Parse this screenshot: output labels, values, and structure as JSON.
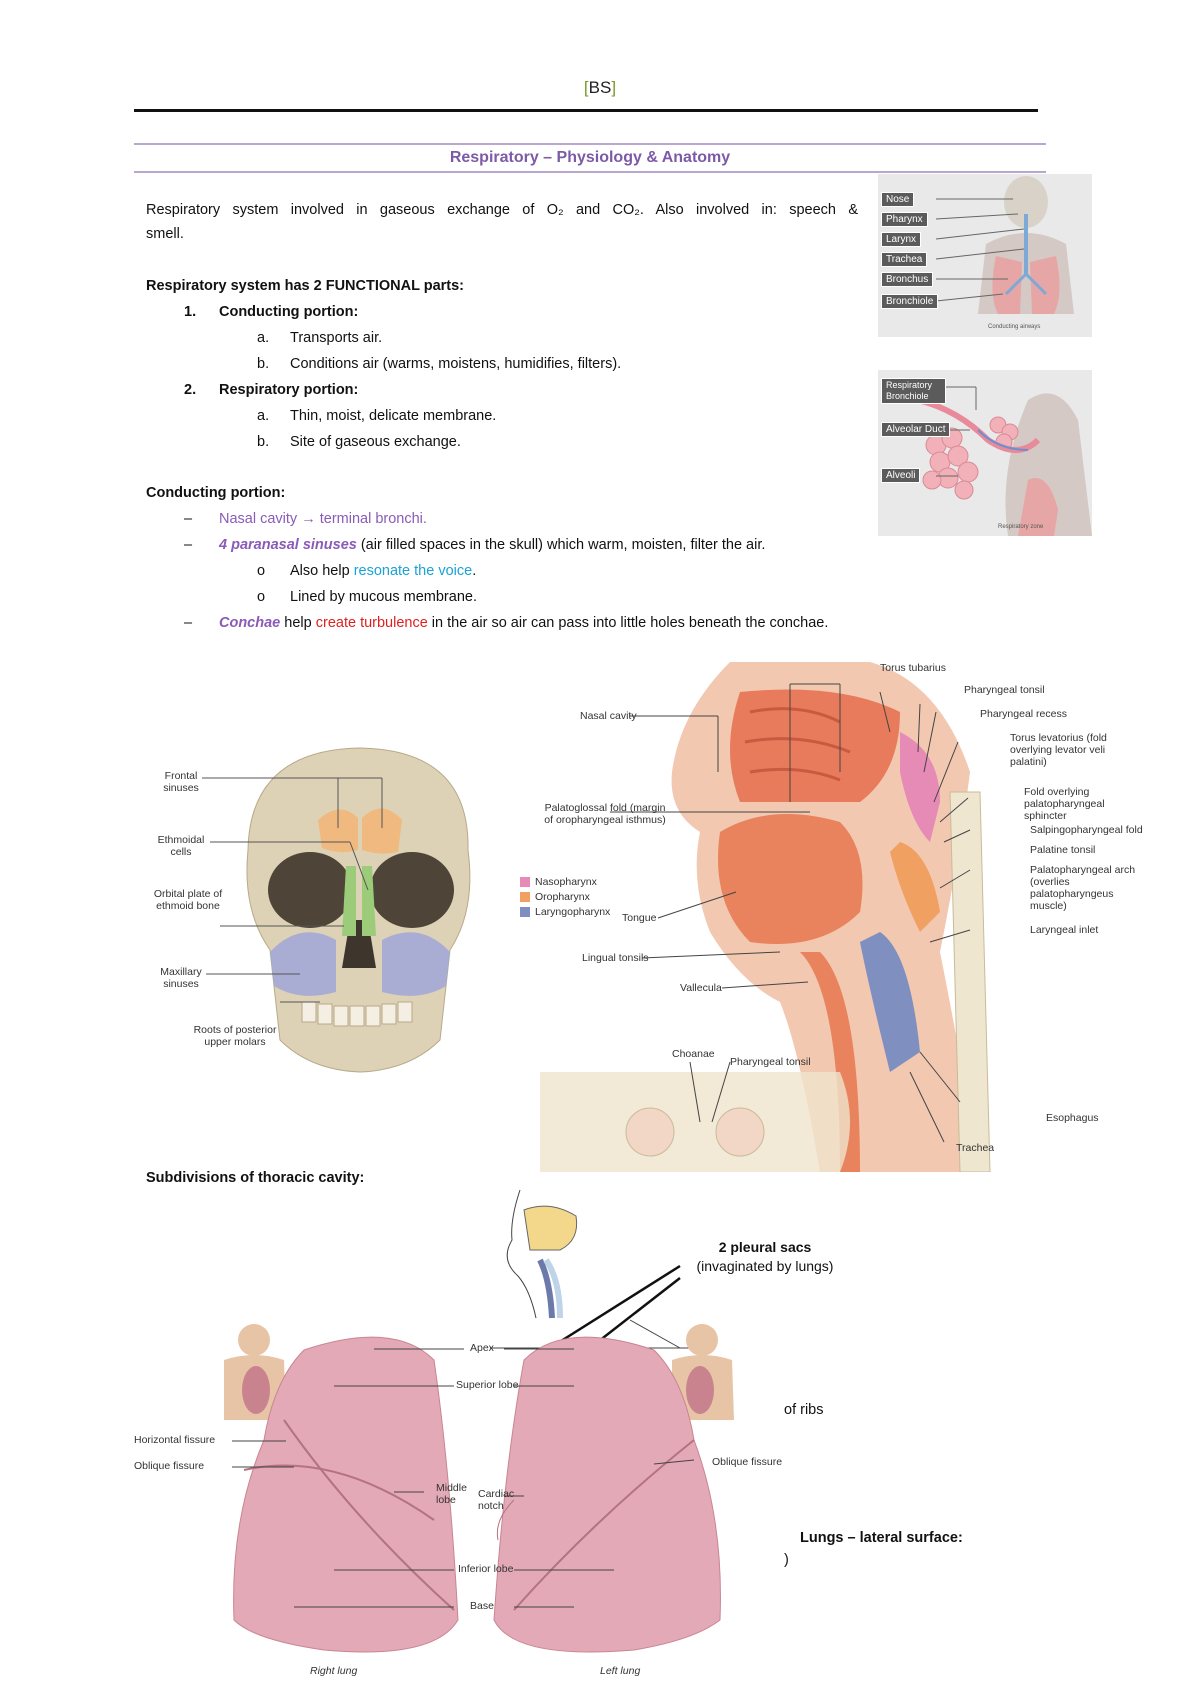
{
  "header": {
    "open": "[",
    "initials": "BS",
    "close": "]"
  },
  "title": "Respiratory – Physiology & Anatomy",
  "intro": {
    "line1": "Respiratory system involved in gaseous exchange of O₂ and CO₂. Also involved in: speech &",
    "line2": "smell."
  },
  "functional": {
    "heading": "Respiratory system has 2 FUNCTIONAL parts:",
    "items": [
      {
        "num": "1.",
        "label": "Conducting portion:",
        "subs": [
          {
            "l": "a.",
            "t": "Transports air."
          },
          {
            "l": "b.",
            "t": "Conditions air (warms, moistens, humidifies, filters)."
          }
        ]
      },
      {
        "num": "2.",
        "label": "Respiratory portion:",
        "subs": [
          {
            "l": "a.",
            "t": "Thin, moist, delicate membrane."
          },
          {
            "l": "b.",
            "t": "Site of gaseous exchange."
          }
        ]
      }
    ]
  },
  "conducting": {
    "heading": "Conducting portion:",
    "dash": "–",
    "bullet1": "Nasal cavity → terminal bronchi.",
    "bullet2_em": "4 paranasal sinuses",
    "bullet2_rest": " (air filled spaces in the skull) which warm, moisten, filter the air.",
    "sub_marker": "o",
    "sub1_pre": "Also help ",
    "sub1_colored": "resonate the voice",
    "sub1_post": ".",
    "sub2": "Lined by mucous membrane.",
    "bullet3_em": "Conchae",
    "bullet3_pre": " help ",
    "bullet3_red": "create turbulence",
    "bullet3_post": " in the air so air can pass into little holes beneath the conchae."
  },
  "fig_airway": {
    "labels": [
      "Nose",
      "Pharynx",
      "Larynx",
      "Trachea",
      "Bronchus",
      "Bronchiole"
    ],
    "caption": "Conducting airways"
  },
  "fig_alveoli": {
    "labels": [
      "Respiratory Bronchiole",
      "Alveolar Duct",
      "Alveoli"
    ],
    "caption": "Respiratory zone"
  },
  "fig_skull": {
    "labels": {
      "frontal": "Frontal sinuses",
      "ethmoid": "Ethmoidal cells",
      "orbital": "Orbital plate of ethmoid bone",
      "maxillary": "Maxillary sinuses",
      "roots": "Roots of posterior upper molars"
    }
  },
  "fig_pharynx": {
    "legend": [
      {
        "name": "Nasopharynx",
        "color": "#e58bb5"
      },
      {
        "name": "Oropharynx",
        "color": "#f0a060"
      },
      {
        "name": "Laryngopharynx",
        "color": "#7e8fc0"
      }
    ],
    "labels": {
      "torus_tubarius": "Torus tubarius",
      "pharyngeal_tonsil": "Pharyngeal tonsil",
      "pharyngeal_recess": "Pharyngeal recess",
      "torus_levatorius": "Torus levatorius (fold overlying levator veli palatini)",
      "fold_overlying": "Fold overlying palatopharyngeal sphincter",
      "salpingo": "Salpingopharyngeal fold",
      "palatine": "Palatine tonsil",
      "palatopharyngeal": "Palatopharyngeal arch (overlies palatopharyngeus muscle)",
      "laryngeal_inlet": "Laryngeal inlet",
      "nasal_cavity": "Nasal cavity",
      "palatoglossal": "Palatoglossal fold (margin of oropharyngeal isthmus)",
      "tongue": "Tongue",
      "lingual_tonsils": "Lingual tonsils",
      "vallecula": "Vallecula",
      "choanae": "Choanae",
      "pharyngeal_tonsil2": "Pharyngeal tonsil",
      "esophagus": "Esophagus",
      "trachea": "Trachea"
    }
  },
  "thoracic": {
    "heading": "Subdivisions of thoracic cavity:",
    "pleural_line1": "2 pleural sacs",
    "pleural_line2": "(invaginated by lungs)",
    "ribs_fragment": "of ribs",
    "lungs_lateral": "Lungs – lateral surface:",
    "paren": ")"
  },
  "fig_lungs": {
    "labels": {
      "apex": "Apex",
      "superior": "Superior lobe",
      "horizontal": "Horizontal fissure",
      "oblique_r": "Oblique fissure",
      "middle": "Middle lobe",
      "cardiac": "Cardiac notch",
      "oblique_l": "Oblique fissure",
      "inferior": "Inferior lobe",
      "base": "Base",
      "right": "Right lung",
      "left": "Left lung"
    }
  }
}
